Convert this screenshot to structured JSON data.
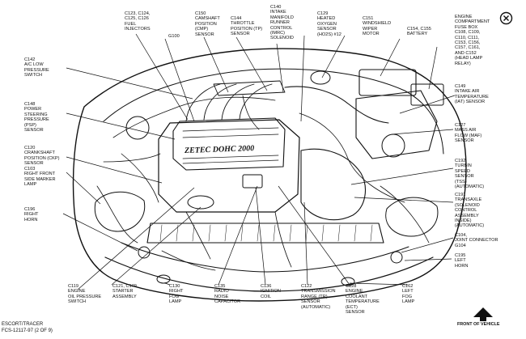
{
  "diagram": {
    "labels": [
      {
        "id": "c123",
        "text": "C123, C124,\nC125, C126\nFUEL\nINJECTORS"
      },
      {
        "id": "g100",
        "text": "G100"
      },
      {
        "id": "c150",
        "text": "C150\nCAMSHAFT\nPOSITION\n(CMP)\nSENSOR"
      },
      {
        "id": "c144",
        "text": "C144\nTHROTTLE\nPOSITION (TP)\nSENSOR"
      },
      {
        "id": "c140",
        "text": "C140\nINTAKE\nMANIFOLD\nRUNNER\nCONTROL\n(IMRC)\nSOLENOID"
      },
      {
        "id": "c129",
        "text": "C129\nHEATED\nOXYGEN\nSENSOR\n(HO2S) #12"
      },
      {
        "id": "c151",
        "text": "C151\nWINDSHIELD\nWIPER\nMOTOR"
      },
      {
        "id": "c154",
        "text": "C154, C155\nBATTERY"
      },
      {
        "id": "engine_fuse",
        "text": "ENGINE\nCOMPARTMENT\nFUSE BOX\nC108, C109,\nC110, C111,\nC153, C156,\nC157, C161,\nAND C152\n(HEAD LAMP\nRELAY)"
      },
      {
        "id": "c142",
        "text": "C142\nA/C LOW\nPRESSURE\nSWITCH"
      },
      {
        "id": "c149",
        "text": "C149\nINTAKE AIR\nTEMPERATURE\n(IAT) SENSOR"
      },
      {
        "id": "c148",
        "text": "C148\nPOWER\nSTEERING\nPRESSURE\n(PSP)\nSENSOR"
      },
      {
        "id": "c127",
        "text": "C127\nMASS AIR\nFLOW (MAF)\nSENSOR"
      },
      {
        "id": "c120",
        "text": "C120\nCRANKSHAFT\nPOSITION (CKP)\nSENSOR"
      },
      {
        "id": "c192",
        "text": "C192\nTURBIN\nSPEED\nSENSOR\n(TSS)\n(AUTOMATIC)"
      },
      {
        "id": "c103",
        "text": "C103\nRIGHT FRONT\nSIDE MARKER\nLAMP"
      },
      {
        "id": "c191",
        "text": "C191\nTRANSAXLE\n(SOLENOID\nCONTROL\nASSEMBLY\nINSIDE)\n(AUTOMATIC)"
      },
      {
        "id": "c196",
        "text": "C196\nRIGHT\nHORN"
      },
      {
        "id": "c104",
        "text": "C104,\nJOINT CONNECTOR\nG104"
      },
      {
        "id": "c195",
        "text": "C195\nLEFT\nHORN"
      },
      {
        "id": "c119",
        "text": "C119\nENGINE\nOIL PRESSURE\nSWITCH"
      },
      {
        "id": "c121",
        "text": "C121, C179\nSTARTER\nASSEMBLY"
      },
      {
        "id": "c130",
        "text": "C130\nRIGHT\nFOG\nLAMP"
      },
      {
        "id": "c135",
        "text": "C135\nRADIO\nNOISE\nCAPACITOR"
      },
      {
        "id": "c136",
        "text": "C136\nIGNITION\nCOIL"
      },
      {
        "id": "c122",
        "text": "C122\nTRANSMISSION\nRANGE (TR)\nSENSOR\n(AUTOMATIC)"
      },
      {
        "id": "c128",
        "text": "C128\nENGINE\nCOOLANT\nTEMPERATURE\n(ECT)\nSENSOR"
      },
      {
        "id": "c162",
        "text": "C162\nLEFT\nFOG\nLAMP"
      }
    ],
    "engine_script": "ZETEC  DOHC  2000",
    "footer_model": "ESCORT/TRACER",
    "footer_code": "FCS-12117-97 (2 OF 9)",
    "front_label": "FRONT OF VEHICLE",
    "close_symbol": "×"
  }
}
